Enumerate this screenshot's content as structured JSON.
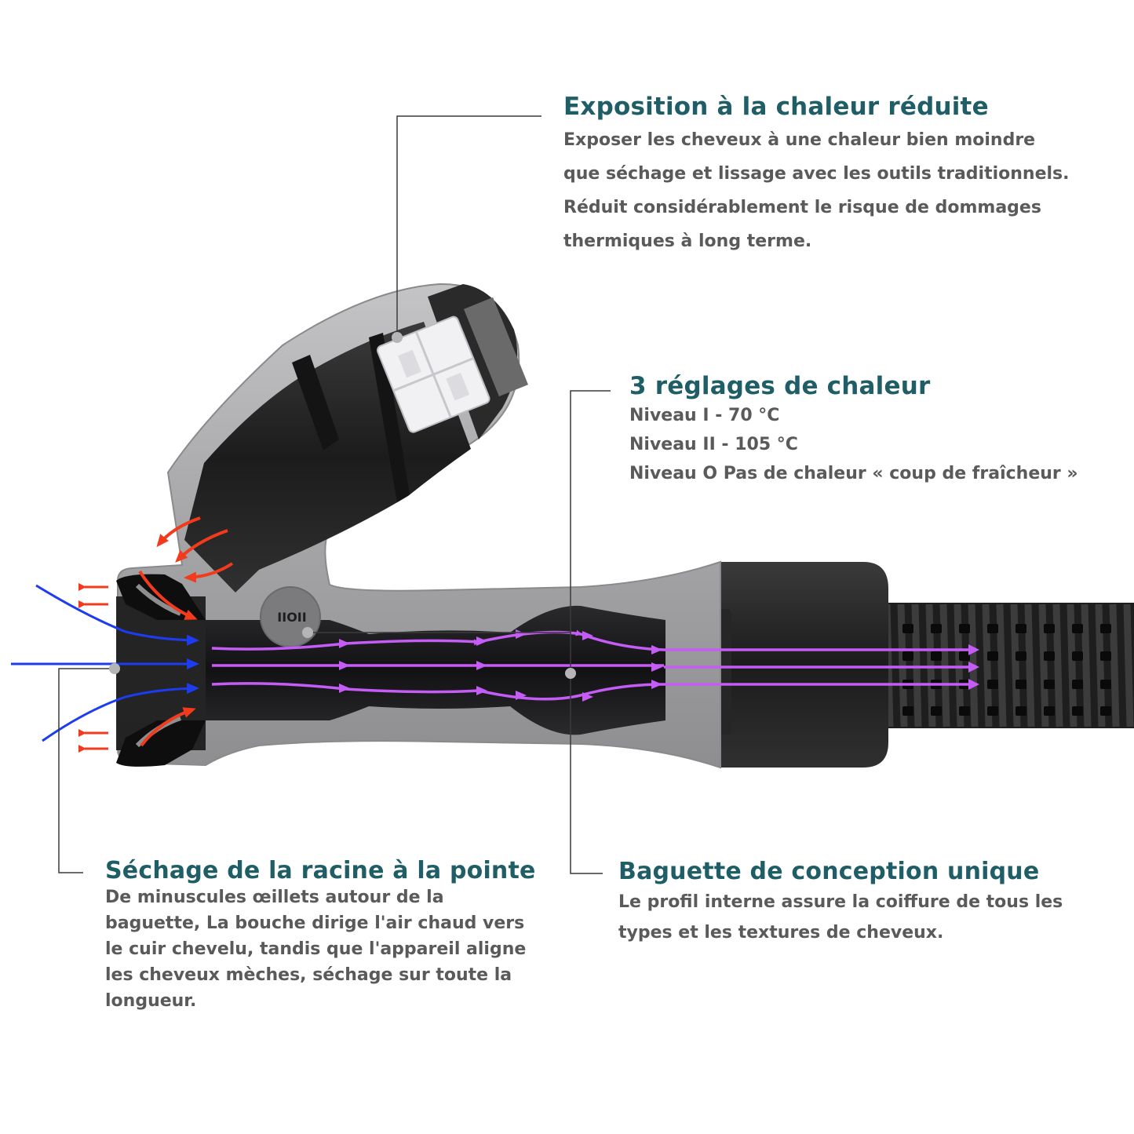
{
  "diagram": {
    "switch_label": "IIOII",
    "colors": {
      "heading": "#1f5e66",
      "body_text": "#5a5a5a",
      "cold_air": "#1d3cf0",
      "hot_air": "#f23a1c",
      "air_flow": "#c45cf5",
      "shell": "#a9a9ab",
      "black_parts": "#262626"
    }
  },
  "callouts": {
    "heat": {
      "title": "Exposition à la chaleur réduite",
      "lines": [
        "Exposer les cheveux à une chaleur bien moindre",
        "que séchage et lissage avec les outils traditionnels.",
        "Réduit considérablement le risque de dommages",
        "thermiques à long terme."
      ]
    },
    "levels": {
      "title": "3 réglages de chaleur",
      "lines": [
        "Niveau I - 70 °C",
        "Niveau II - 105 °C",
        "Niveau O Pas de chaleur « coup de fraîcheur »"
      ]
    },
    "roots": {
      "title": "Séchage de la racine à la pointe",
      "lines": [
        "De minuscules œillets autour de la",
        "baguette, La bouche dirige l'air chaud vers",
        "le cuir chevelu, tandis que l'appareil aligne",
        "les cheveux mèches, séchage sur toute la",
        "longueur."
      ]
    },
    "wand": {
      "title": "Baguette de conception unique",
      "lines": [
        "Le profil interne assure la coiffure de tous les",
        "types et les textures de cheveux."
      ]
    }
  }
}
